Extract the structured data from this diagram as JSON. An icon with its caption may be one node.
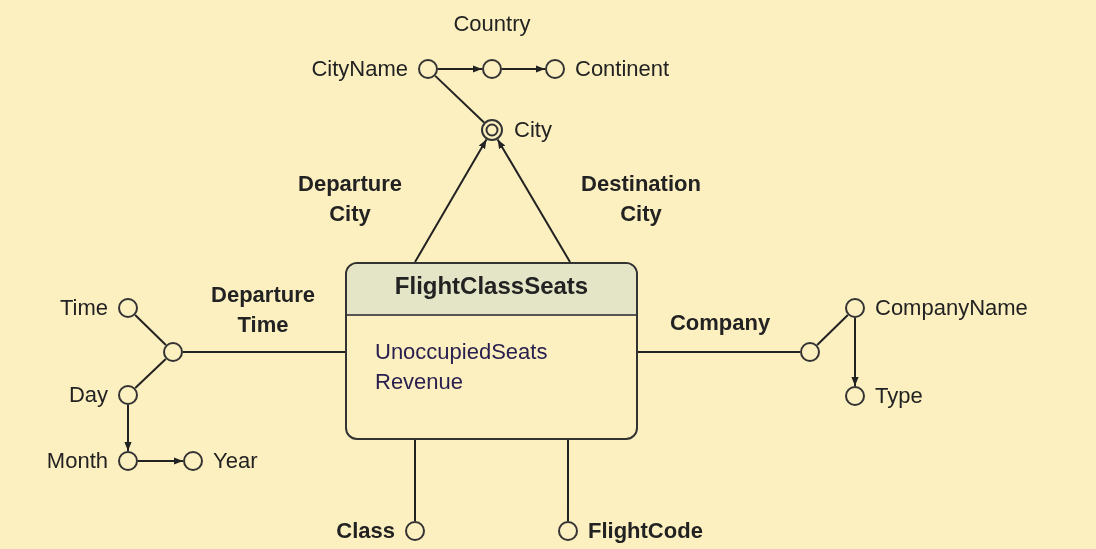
{
  "diagram": {
    "nodes": [
      {
        "text": [
          "FlightClassSeats",
          "UnoccupiedSeats",
          "Revenue"
        ]
      },
      {
        "text": [
          "CityName"
        ]
      },
      {
        "text": [
          "Country"
        ]
      },
      {
        "text": [
          "Continent"
        ]
      },
      {
        "text": [
          "City"
        ]
      },
      {
        "text": [
          "Time"
        ]
      },
      {
        "text": [],
        "shape": "circle"
      },
      {
        "text": [
          "Day"
        ]
      },
      {
        "text": [
          "Month"
        ]
      },
      {
        "text": [
          "Year"
        ]
      },
      {
        "text": [],
        "shape": "circle"
      },
      {
        "text": [
          "CompanyName"
        ]
      },
      {
        "text": [
          "Type"
        ]
      },
      {
        "text": [
          "Class"
        ]
      },
      {
        "text": [
          "FlightCode"
        ]
      }
    ],
    "edges": [
      {
        "from": 0,
        "to": 4,
        "label": "Departure City",
        "arrow": "to"
      },
      {
        "from": 0,
        "to": 4,
        "label": "Destination City",
        "arrow": "to"
      },
      {
        "from": 4,
        "to": 1,
        "arrow": "none"
      },
      {
        "from": 1,
        "to": 2,
        "arrow": "to"
      },
      {
        "from": 2,
        "to": 3,
        "arrow": "to"
      },
      {
        "from": 0,
        "to": 6,
        "label": "Departure Time",
        "arrow": "none"
      },
      {
        "from": 6,
        "to": 5,
        "arrow": "none"
      },
      {
        "from": 6,
        "to": 7,
        "arrow": "none"
      },
      {
        "from": 7,
        "to": 8,
        "arrow": "to"
      },
      {
        "from": 8,
        "to": 9,
        "arrow": "to"
      },
      {
        "from": 0,
        "to": 10,
        "label": "Company",
        "arrow": "none"
      },
      {
        "from": 10,
        "to": 11,
        "arrow": "none"
      },
      {
        "from": 11,
        "to": 12,
        "arrow": "to"
      },
      {
        "from": 0,
        "to": 13,
        "arrow": "none"
      },
      {
        "from": 0,
        "to": 14,
        "arrow": "none"
      }
    ]
  }
}
